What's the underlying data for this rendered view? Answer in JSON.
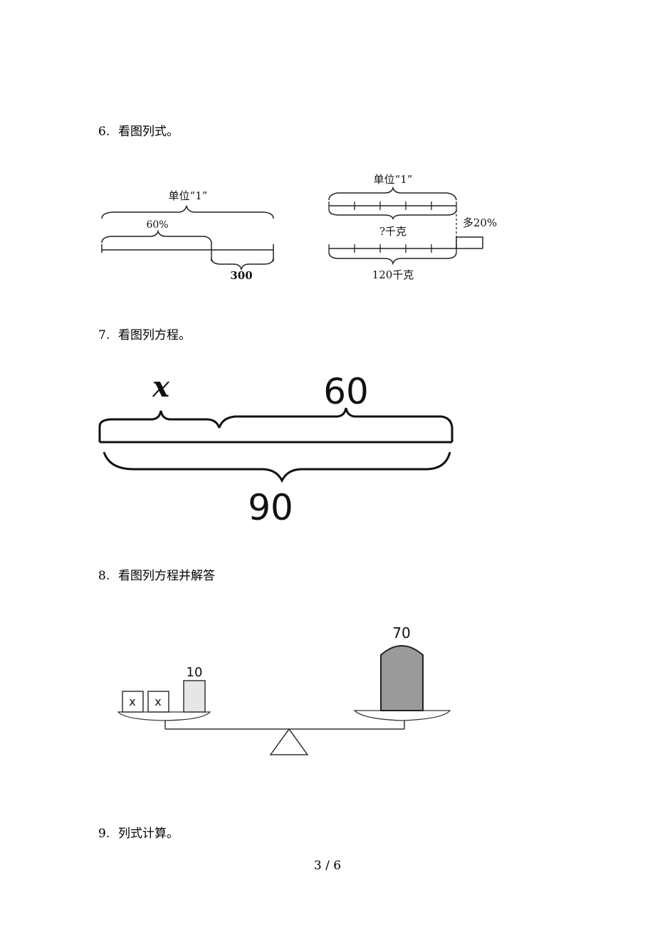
{
  "questions": [
    {
      "number": "6.",
      "text": "看图列式。"
    },
    {
      "number": "7.",
      "text": "看图列方程。"
    },
    {
      "number": "8.",
      "text": "看图列方程并解答"
    },
    {
      "number": "9.",
      "text": "列式计算。"
    }
  ],
  "fig6a": {
    "unit_label": "单位“1”",
    "percent_label": "60%",
    "remainder_label": "300"
  },
  "fig6b": {
    "unit_label": "单位“1”",
    "unknown_label": "?千克",
    "more_label": "多20%",
    "total_label": "120千克"
  },
  "fig7": {
    "unknown_label": "x",
    "part_label": "60",
    "total_label": "90"
  },
  "fig8": {
    "left_box_labels": [
      "x",
      "x"
    ],
    "left_weight_label": "10",
    "right_weight_label": "70"
  },
  "page_number": "3 / 6"
}
